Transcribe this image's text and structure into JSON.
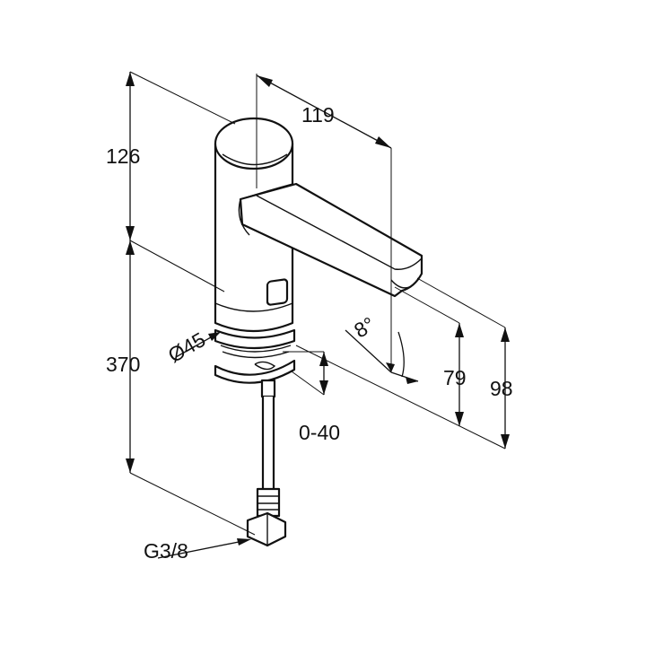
{
  "dimensions": {
    "height_top": "126",
    "height_bottom": "370",
    "spout_length": "119",
    "spout_angle": "8°",
    "outlet_height": "79",
    "outlet_height_total": "98",
    "diameter": "Ø45",
    "deck_thickness": "0-40",
    "thread": "G3/8"
  },
  "colors": {
    "line": "#111111",
    "background": "#ffffff"
  }
}
